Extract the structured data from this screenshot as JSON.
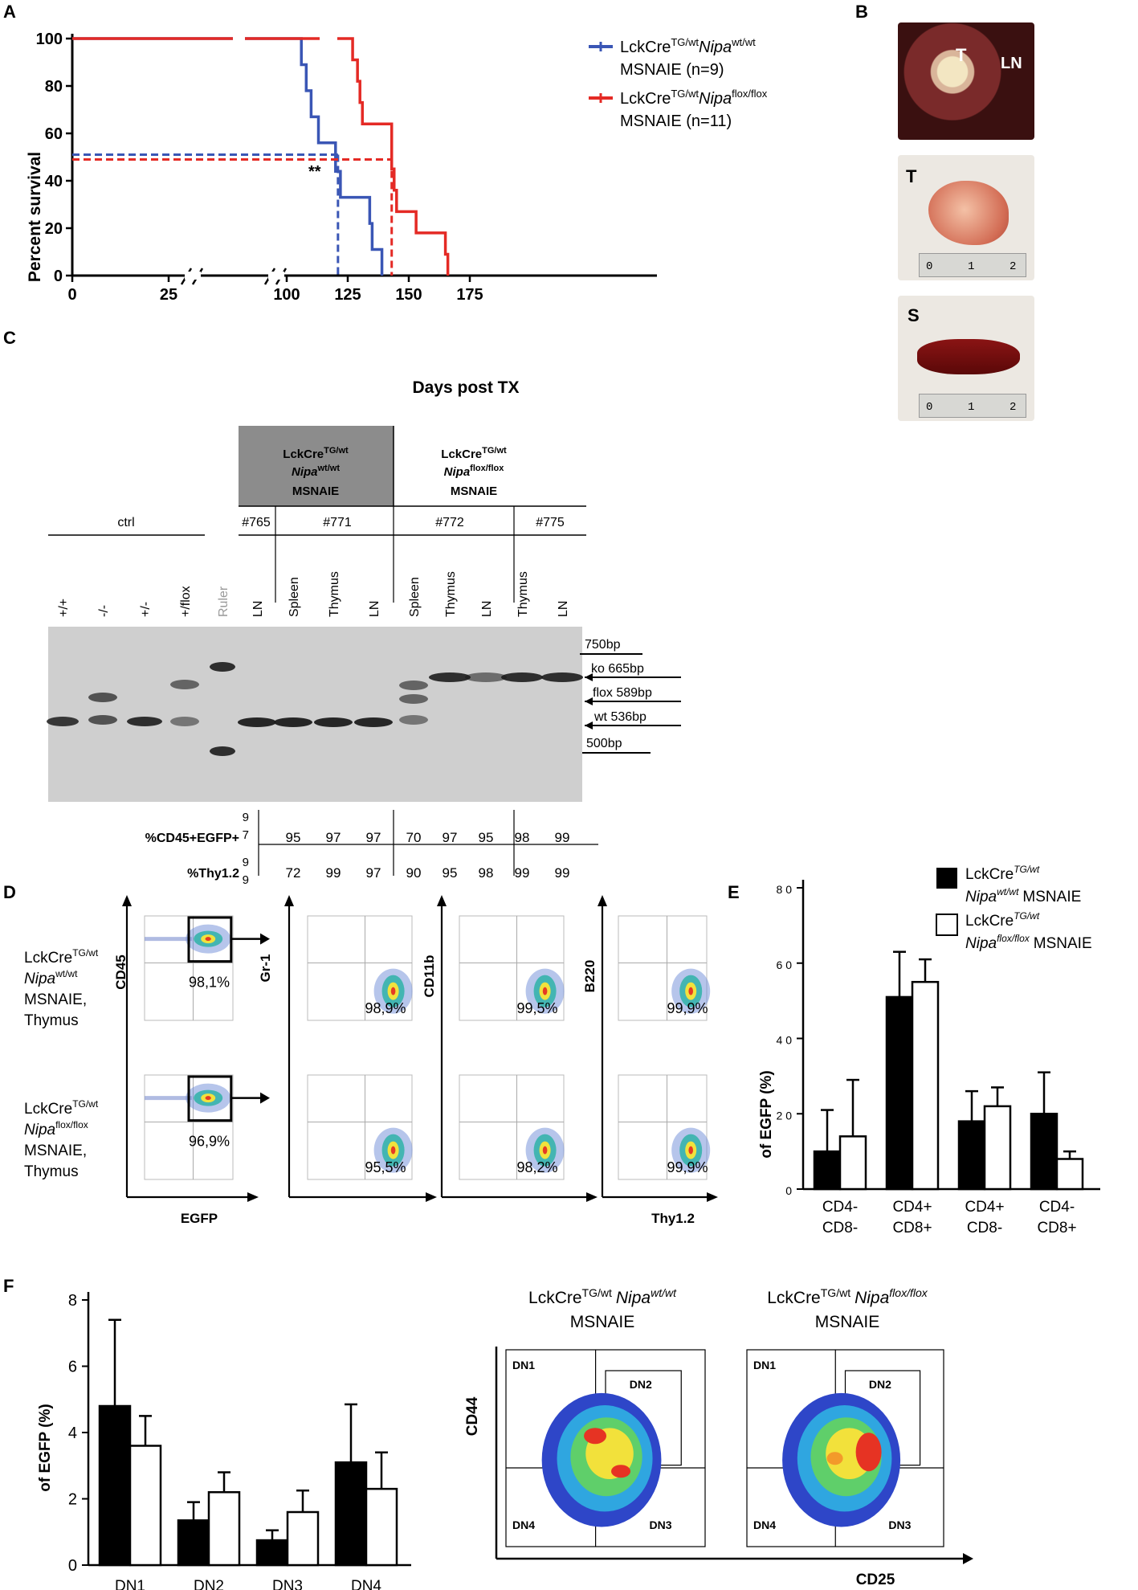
{
  "panel_labels": {
    "a": "A",
    "b": "B",
    "c": "C",
    "d": "D",
    "e": "E",
    "f": "F"
  },
  "colors": {
    "wt": "#3a56b5",
    "flox": "#e42a25",
    "bar_wt": "#000000",
    "bar_flox": "#ffffff"
  },
  "chart_data": [
    {
      "type": "line",
      "id": "A",
      "xlabel": "Days post TX",
      "ylabel": "Percent survival",
      "xticks": [
        "0",
        "25",
        "100",
        "125",
        "150",
        "175"
      ],
      "yticks": [
        "0",
        "20",
        "40",
        "60",
        "80",
        "100"
      ],
      "ylim": [
        0,
        100
      ],
      "annotation": "**",
      "series": [
        {
          "name": "LckCre TG/wt Nipa wt/wt MSNAIE (n=9)",
          "color": "#3a56b5",
          "x": [
            105,
            106,
            108,
            110,
            113,
            118,
            120,
            121,
            122,
            134,
            135,
            136,
            139
          ],
          "y": [
            100,
            89,
            78,
            67,
            56,
            56,
            44,
            44,
            33,
            22,
            11,
            11,
            0
          ],
          "median": 121
        },
        {
          "name": "LckCre TG/wt Nipa flox/flox MSNAIE (n=11)",
          "color": "#e42a25",
          "x": [
            125,
            127,
            129,
            130,
            131,
            142,
            143,
            144,
            145,
            153,
            165
          ],
          "y": [
            100,
            91,
            82,
            73,
            64,
            64,
            45,
            36,
            27,
            18,
            9
          ],
          "median": 143
        }
      ],
      "legend": [
        {
          "line1_pre": "LckCre",
          "line1_sup1": "TG/wt",
          "line1_it": "Nipa",
          "line1_sup2": "wt/wt",
          "line2": "MSNAIE (n=9)"
        },
        {
          "line1_pre": "LckCre",
          "line1_sup1": "TG/wt",
          "line1_it": "Nipa",
          "line1_sup2": "flox/flox",
          "line2": "MSNAIE (n=11)"
        }
      ]
    },
    {
      "type": "bar",
      "id": "E",
      "ylabel": "of EGFP (%)",
      "yticks": [
        "0",
        "2 0",
        "4 0",
        "6 0",
        "8 0"
      ],
      "ylim": [
        0,
        80
      ],
      "categories": [
        [
          "CD4-",
          "CD8-"
        ],
        [
          "CD4+",
          "CD8+"
        ],
        [
          "CD4+",
          "CD8-"
        ],
        [
          "CD4-",
          "CD8+"
        ]
      ],
      "series": [
        {
          "name": "LckCre TG/wt Nipa wt/wt MSNAIE",
          "values": [
            10,
            51,
            18,
            20
          ],
          "errors": [
            11,
            12,
            8,
            11
          ]
        },
        {
          "name": "LckCre TG/wt Nipa flox/flox MSNAIE",
          "values": [
            14,
            55,
            22,
            8
          ],
          "errors": [
            15,
            6,
            5,
            2
          ]
        }
      ],
      "legend": [
        {
          "pre": "LckCre",
          "sup1": "TG/wt",
          "it": "Nipa",
          "sup2": "wt/wt",
          "post": "MSNAIE"
        },
        {
          "pre": "LckCre",
          "sup1": "TG/wt",
          "it": "Nipa",
          "sup2": "flox/flox",
          "post": "MSNAIE"
        }
      ]
    },
    {
      "type": "bar",
      "id": "F",
      "ylabel": "of EGFP (%)",
      "yticks": [
        "0",
        "2",
        "4",
        "6",
        "8"
      ],
      "ylim": [
        0,
        8
      ],
      "categories": [
        "DN1",
        "DN2",
        "DN3",
        "DN4"
      ],
      "series": [
        {
          "name": "LckCre TG/wt Nipa wt/wt MSNAIE",
          "values": [
            4.8,
            1.35,
            0.75,
            3.1
          ],
          "errors": [
            2.6,
            0.55,
            0.3,
            1.75
          ]
        },
        {
          "name": "LckCre TG/wt Nipa flox/flox MSNAIE",
          "values": [
            3.6,
            2.2,
            1.6,
            2.3
          ],
          "errors": [
            0.9,
            0.6,
            0.65,
            1.1
          ]
        }
      ]
    }
  ],
  "panel_b": {
    "photo_labels": [
      "T",
      "LN",
      "T",
      "S"
    ],
    "ruler_ticks": [
      "0",
      "1",
      "2"
    ]
  },
  "panel_c": {
    "group_wt": {
      "pre": "LckCre",
      "sup": "TG/wt",
      "it": "Nipa",
      "sup2": "wt/wt",
      "post": "MSNAIE"
    },
    "group_flox": {
      "pre": "LckCre",
      "sup": "TG/wt",
      "it": "Nipa",
      "sup2": "flox/flox",
      "post": "MSNAIE"
    },
    "ctrl": "ctrl",
    "ids": [
      "#765",
      "#771",
      "#772",
      "#775"
    ],
    "lanes": [
      "+/+",
      "-/-",
      "+/-",
      "+/flox",
      "Ruler",
      "LN",
      "Spleen",
      "Thymus",
      "LN",
      "Spleen",
      "Thymus",
      "LN",
      "Thymus",
      "LN"
    ],
    "markers": [
      "750bp",
      "ko 665bp",
      "flox 589bp",
      "wt 536bp",
      "500bp"
    ],
    "row1_label": "%CD45+EGFP+",
    "row2_label": "%Thy1.2",
    "row1_first": [
      "9",
      "7"
    ],
    "row2_first": [
      "9",
      "9"
    ],
    "row1": [
      "95",
      "97",
      "97",
      "70",
      "97",
      "95",
      "98",
      "99"
    ],
    "row2": [
      "72",
      "99",
      "97",
      "90",
      "95",
      "98",
      "99",
      "99"
    ]
  },
  "panel_d": {
    "row_labels": [
      {
        "l1_pre": "LckCre",
        "l1_sup": "TG/wt",
        "l2_it": "Nipa",
        "l2_sup": "wt/wt",
        "l3": "MSNAIE,",
        "l4": "Thymus"
      },
      {
        "l1_pre": "LckCre",
        "l1_sup": "TG/wt",
        "l2_it": "Nipa",
        "l2_sup": "flox/flox",
        "l3": "MSNAIE,",
        "l4": "Thymus"
      }
    ],
    "axis_labels": {
      "cd45": "CD45",
      "egfp": "EGFP",
      "gr1": "Gr-1",
      "cd11b": "CD11b",
      "b220": "B220",
      "thy": "Thy1.2"
    },
    "percent_top": [
      "98,1%",
      "98,9%",
      "99,5%",
      "99,9%"
    ],
    "percent_bottom": [
      "96,9%",
      "95,5%",
      "98,2%",
      "99,9%"
    ]
  },
  "panel_f_facs": {
    "titles": [
      {
        "pre": "LckCre",
        "sup": "TG/wt",
        "it": "Nipa",
        "sup2": "wt/wt",
        "l2": "MSNAIE"
      },
      {
        "pre": "LckCre",
        "sup": "TG/wt",
        "it": "Nipa",
        "sup2": "flox/flox",
        "l2": "MSNAIE"
      }
    ],
    "gates": [
      "DN1",
      "DN2",
      "DN4",
      "DN3"
    ],
    "y_axis": "CD44",
    "x_axis": "CD25"
  }
}
